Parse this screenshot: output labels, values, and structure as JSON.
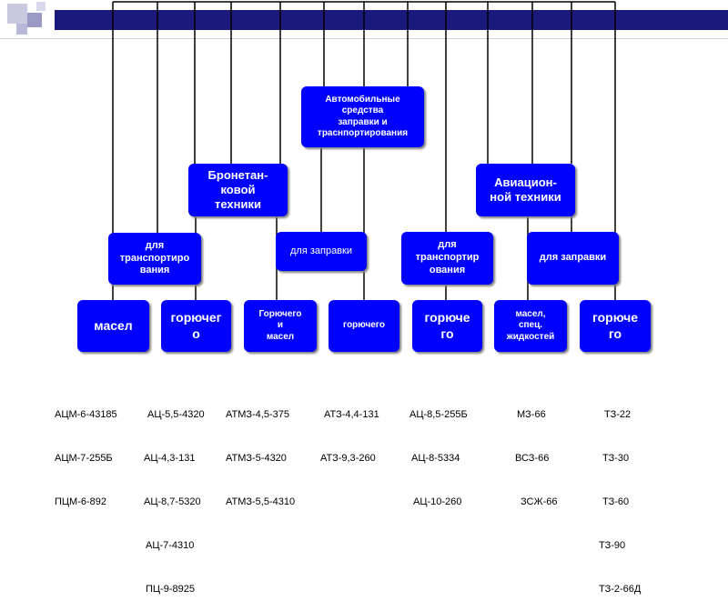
{
  "colors": {
    "box": "#0000ff",
    "band": "#1a1a7c",
    "line": "#000000",
    "text": "#ffffff"
  },
  "root": "Автомобильные\nсредства\nзаправки и\nтраснпортирования",
  "branch_left": "Бронетан-\nковой\nтехники",
  "branch_right": "Авиацион-\nной техники",
  "purpose": {
    "armor_transport": "для\nтранспортиро\nвания",
    "armor_refuel": "для заправки",
    "avia_transport": "для\nтранспортир\nования",
    "avia_refuel": "для заправки"
  },
  "leaves": {
    "armor_oil": "масел",
    "armor_fuel": "горючег\nо",
    "armor_fuel_oil": "Горючего\nи\nмасел",
    "armor_fuel2": "горючего",
    "avia_fuel": "горюче\nго",
    "avia_oil_liquids": "масел,\nспец.\nжидкостей",
    "avia_fuel2": "горюче\nго"
  },
  "columns": [
    [
      "АЦМ-6-43185",
      "АЦМ-7-255Б",
      "ПЦМ-6-892"
    ],
    [
      "АЦ-5,5-4320",
      "АЦ-4,3-131",
      "АЦ-8,7-5320",
      "АЦ-7-4310",
      "ПЦ-9-8925"
    ],
    [
      "АТМЗ-4,5-375",
      "АТМЗ-5-4320",
      "АТМЗ-5,5-4310"
    ],
    [
      "АТЗ-4,4-131",
      "АТЗ-9,3-260"
    ],
    [
      "АЦ-8,5-255Б",
      "АЦ-8-5334",
      "АЦ-10-260"
    ],
    [
      "МЗ-66",
      "ВСЗ-66",
      "ЗСЖ-66"
    ],
    [
      "ТЗ-22",
      "ТЗ-30",
      "ТЗ-60",
      "ТЗ-90",
      "ТЗ-2-66Д"
    ]
  ]
}
